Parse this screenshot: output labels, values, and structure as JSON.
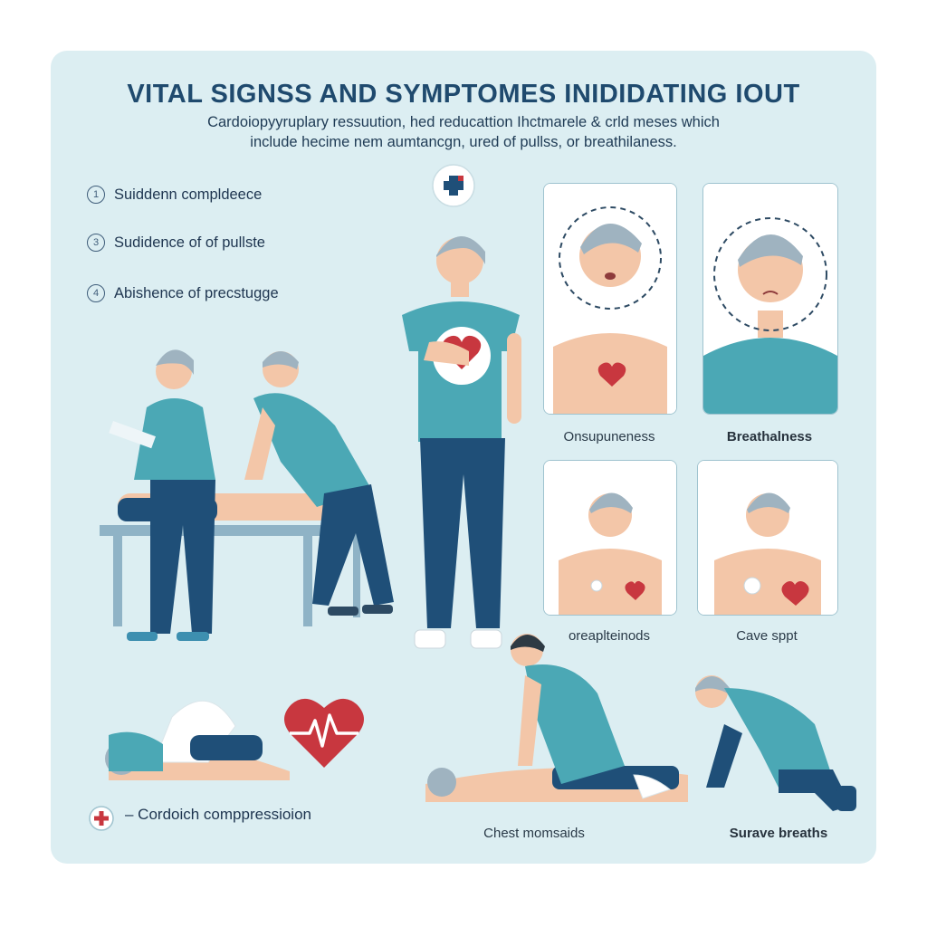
{
  "title": "VITAL SIGNSS AND SYMPTOMES INIDIDATING IOUT",
  "subtitle_line1": "Cardoiopyyruplary ressuution, hed reducattion Ihctmarele & crld meses which",
  "subtitle_line2": "include hecime nem aumtancgn, ured of pullss, or breathilaness.",
  "list": [
    {
      "number": "1",
      "label": "Suiddenn compldeece"
    },
    {
      "number": "3",
      "label": "Sudidence of of pullste"
    },
    {
      "number": "4",
      "label": "Abishence of precstugge"
    }
  ],
  "cards": {
    "top_left_caption": "Onsupuneness",
    "top_right_caption": "Breathalness",
    "bottom_left_caption": "oreaplteinods",
    "bottom_right_caption": "Cave sppt"
  },
  "bottom_left_label": "– Cordoich comppressioion",
  "bottom_captions": {
    "chest": "Chest momsaids",
    "breaths": "Surave breaths"
  },
  "colors": {
    "background": "#ffffff",
    "panel": "#dceef2",
    "title": "#1f4a6e",
    "shirt_teal": "#4ba8b5",
    "jeans": "#1f4f78",
    "skin": "#f3c6a8",
    "heart_red": "#c8373f",
    "card_border": "#9fc3cf"
  },
  "icons": [
    "medical-cross-icon",
    "heart-icon",
    "heartbeat-heart-icon",
    "medical-plus-icon"
  ]
}
